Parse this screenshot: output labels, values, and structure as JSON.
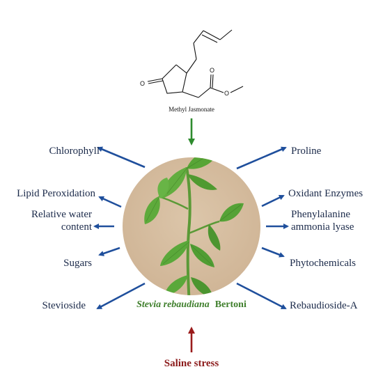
{
  "molecule": {
    "caption": "Methyl Jasmonate",
    "atoms": {
      "ketone_o": "O",
      "ester_o_double": "O",
      "ester_o_single": "O"
    }
  },
  "plant": {
    "species_italic": "Stevia rebaudiana",
    "authority": "Bertoni"
  },
  "stress": {
    "label": "Saline stress"
  },
  "outcomes_left": [
    {
      "id": "chlorophyll",
      "lines": [
        "Chlorophyll"
      ]
    },
    {
      "id": "lipid-peroxidation",
      "lines": [
        "Lipid Peroxidation"
      ]
    },
    {
      "id": "relative-water-content",
      "lines": [
        "Relative water",
        "content"
      ]
    },
    {
      "id": "sugars",
      "lines": [
        "Sugars"
      ]
    },
    {
      "id": "stevioside",
      "lines": [
        "Stevioside"
      ]
    }
  ],
  "outcomes_right": [
    {
      "id": "proline",
      "lines": [
        "Proline"
      ]
    },
    {
      "id": "oxidant-enzymes",
      "lines": [
        "Oxidant Enzymes"
      ]
    },
    {
      "id": "phenylalanine-ammonia-lyase",
      "lines": [
        "Phenylalanine",
        "ammonia lyase"
      ]
    },
    {
      "id": "phytochemicals",
      "lines": [
        "Phytochemicals"
      ]
    },
    {
      "id": "rebaudioside-a",
      "lines": [
        "Rebaudioside-A"
      ]
    }
  ],
  "colors": {
    "effect_arrow": "#1f4f9c",
    "treatment_arrow": "#2e8b2e",
    "stress_arrow": "#9a1b1b",
    "circle_fill": "#d6bfa3",
    "leaf": "#5aa83a",
    "leaf_dark": "#3c7d25"
  }
}
